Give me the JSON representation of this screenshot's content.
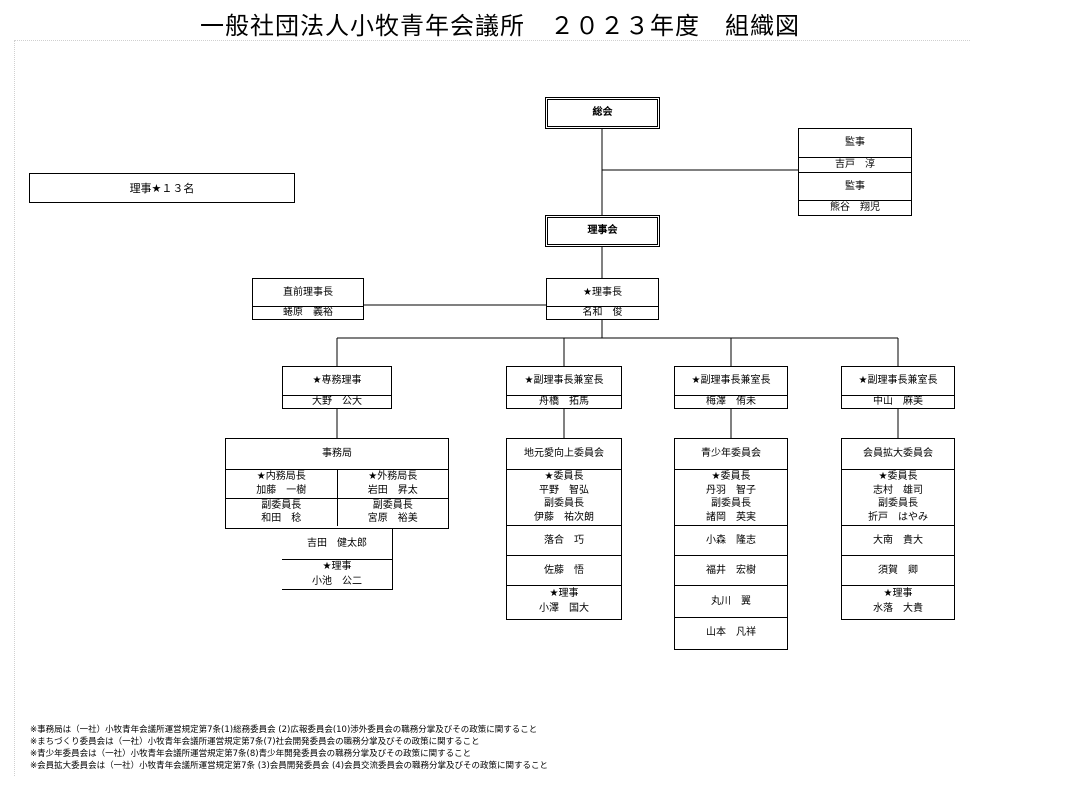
{
  "title": "一般社団法人小牧青年会議所　２０２３年度　組織図",
  "directors_note": "理事★１３名",
  "general_assembly": "総会",
  "auditors": [
    {
      "role": "監事",
      "name": "吉戸　淳"
    },
    {
      "role": "監事",
      "name": "熊谷　翔児"
    }
  ],
  "board": "理事会",
  "past_president": {
    "role": "直前理事長",
    "name": "蜷原　義裕"
  },
  "president": {
    "role": "★理事長",
    "name": "名和　俊"
  },
  "columns": [
    {
      "role": "★専務理事",
      "name": "大野　公大"
    },
    {
      "role": "★副理事長兼室長",
      "name": "舟橋　拓馬"
    },
    {
      "role": "★副理事長兼室長",
      "name": "梅澤　侑未"
    },
    {
      "role": "★副理事長兼室長",
      "name": "中山　麻美"
    }
  ],
  "secretariat": {
    "title": "事務局",
    "left": {
      "role": "★内務局長",
      "name": "加藤　一樹",
      "sub_role": "副委員長",
      "sub_name": "和田　稔"
    },
    "right": {
      "role": "★外務局長",
      "name": "岩田　昇太",
      "sub_role": "副委員長",
      "sub_name": "宮原　裕美"
    },
    "member": "吉田　健太郎",
    "director_role": "★理事",
    "director_name": "小池　公二"
  },
  "committees": [
    {
      "title": "地元愛向上委員会",
      "chair_role": "★委員長",
      "chair": "平野　智弘",
      "vice_role": "副委員長",
      "vice": "伊藤　祐次朗",
      "members": [
        "落合　巧",
        "佐藤　悟"
      ],
      "director_role": "★理事",
      "director": "小澤　国大"
    },
    {
      "title": "青少年委員会",
      "chair_role": "★委員長",
      "chair": "丹羽　智子",
      "vice_role": "副委員長",
      "vice": "諸岡　英実",
      "members": [
        "小森　隆志",
        "福井　宏樹",
        "丸川　翼",
        "山本　凡祥"
      ]
    },
    {
      "title": "会員拡大委員会",
      "chair_role": "★委員長",
      "chair": "志村　雄司",
      "vice_role": "副委員長",
      "vice": "折戸　はやみ",
      "members": [
        "大南　貴大",
        "須賀　卿"
      ],
      "director_role": "★理事",
      "director": "水落　大貴"
    }
  ],
  "notes": [
    "※事務局は（一社）小牧青年会議所運営規定第7条(1)総務委員会 (2)広報委員会(10)渉外委員会の職務分掌及びその政策に関すること",
    "※まちづくり委員会は（一社）小牧青年会議所運営規定第7条(7)社会開発委員会の職務分掌及びその政策に関すること",
    "※青少年委員会は（一社）小牧青年会議所運営規定第7条(8)青少年開発委員会の職務分掌及びその政策に関すること",
    "※会員拡大委員会は（一社）小牧青年会議所運営規定第7条 (3)会員開発委員会 (4)会員交流委員会の職務分掌及びその政策に関すること"
  ]
}
